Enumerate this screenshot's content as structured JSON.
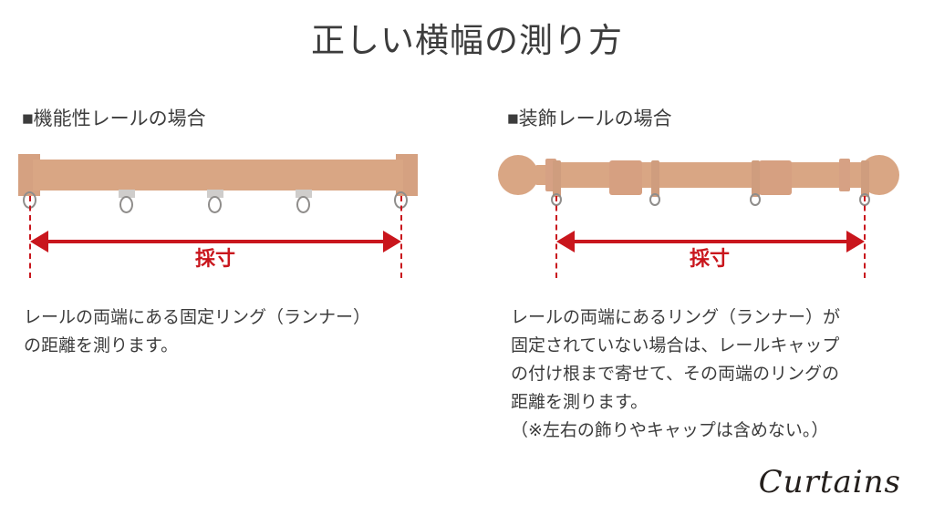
{
  "page": {
    "title": "正しい横幅の測り方",
    "background_color": "#ffffff",
    "text_color": "#3c3c3c"
  },
  "colors": {
    "rail": "#d9a684",
    "rail_dark": "#d5a181",
    "ring": "#8f8d8b",
    "glider": "#cfcdcb",
    "measure_red": "#c9161d",
    "logo": "#241f1c"
  },
  "sections": [
    {
      "id": "functional",
      "heading": "■機能性レールの場合",
      "rail_type": "functional-rail",
      "measure_label": "採寸",
      "runner_count": 5,
      "caption_lines": [
        "レールの両端にある固定リング（ランナー）",
        "の距離を測ります。"
      ]
    },
    {
      "id": "decorative",
      "heading": "■装飾レールの場合",
      "rail_type": "decorative-rail",
      "measure_label": "採寸",
      "runner_count": 4,
      "caption_lines": [
        "レールの両端にあるリング（ランナー）が",
        "固定されていない場合は、レールキャップ",
        "の付け根まで寄せて、その両端のリングの",
        "距離を測ります。",
        "（※左右の飾りやキャップは含めない。）"
      ]
    }
  ],
  "logo": {
    "text": "Curtains"
  }
}
